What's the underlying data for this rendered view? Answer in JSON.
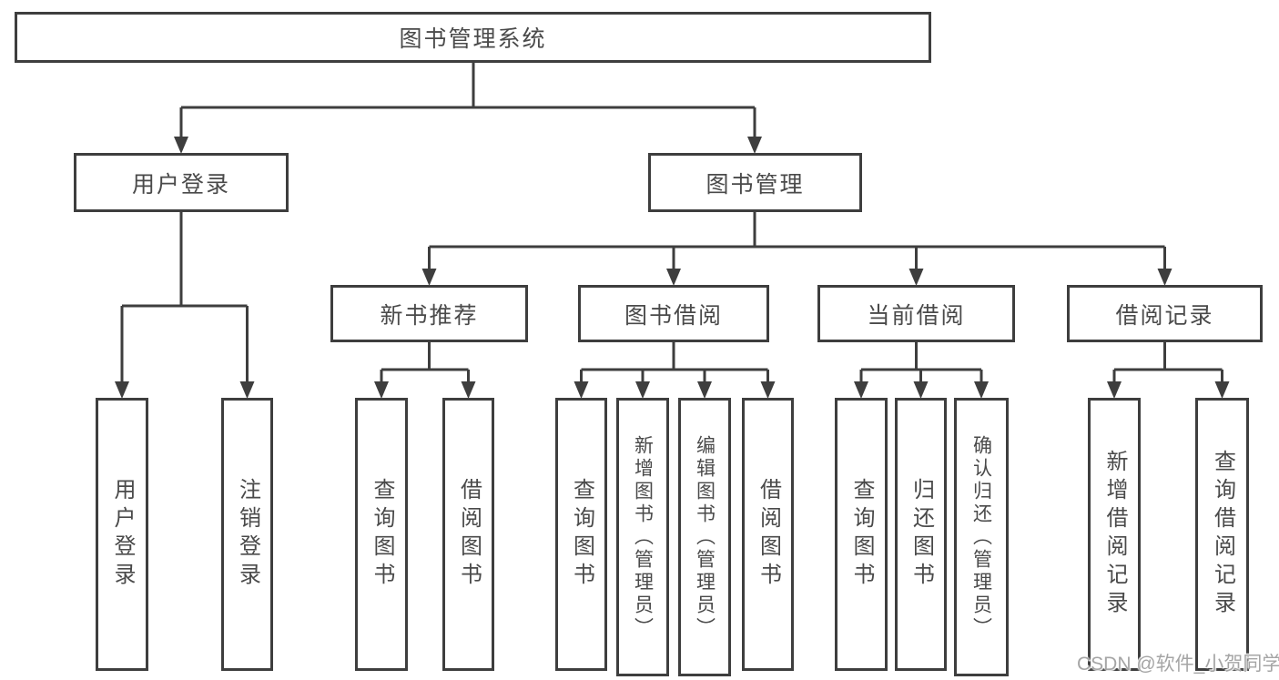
{
  "tree": {
    "root": "图书管理系统",
    "branches": [
      {
        "label": "用户登录",
        "children": [
          "用户登录",
          "注销登录"
        ]
      },
      {
        "label": "图书管理",
        "sections": [
          {
            "label": "新书推荐",
            "children": [
              "查询图书",
              "借阅图书"
            ]
          },
          {
            "label": "图书借阅",
            "children": [
              "查询图书",
              "新增图书（管理员）",
              "编辑图书（管理员）",
              "借阅图书"
            ]
          },
          {
            "label": "当前借阅",
            "children": [
              "查询图书",
              "归还图书",
              "确认归还（管理员）"
            ]
          },
          {
            "label": "借阅记录",
            "children": [
              "新增借阅记录",
              "查询借阅记录"
            ]
          }
        ]
      }
    ]
  },
  "watermark": "CSDN @软件_小贺同学",
  "colors": {
    "line": "#3e3e3e",
    "text": "#4a4a4a",
    "watermark": "#a5a5a5",
    "background": "#ffffff"
  }
}
